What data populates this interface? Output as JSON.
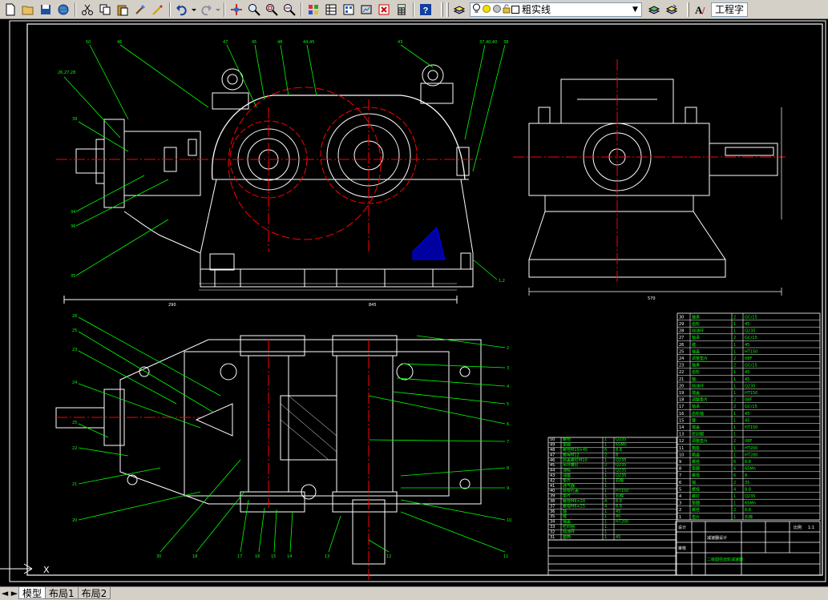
{
  "toolbar": {
    "layer_name": "粗实线",
    "text_style": "工程字"
  },
  "layout_tabs": [
    "模型",
    "布局1",
    "布局2"
  ],
  "active_tab": 0,
  "drawing": {
    "front_dims": [
      "290",
      "845"
    ],
    "side_dims": [
      "570"
    ],
    "callouts_top": [
      "50",
      "46",
      "47",
      "45",
      "48",
      "44,45",
      "43",
      "37,40,40",
      "38"
    ],
    "callouts_left": [
      "26,27,28",
      "39",
      "34",
      "36",
      "35"
    ],
    "callout_right": "1,2",
    "callouts_plan_left": [
      "26",
      "25",
      "23",
      "24",
      "25",
      "22",
      "21",
      "20"
    ],
    "callouts_plan_bottom": [
      "30",
      "18",
      "17",
      "16",
      "15",
      "14",
      "13",
      "12",
      "11"
    ],
    "callouts_plan_right": [
      "2",
      "3",
      "4",
      "5",
      "6",
      "7",
      "8",
      "9",
      "10"
    ],
    "title_block": {
      "row1": [
        "设计",
        "",
        "",
        "",
        "比例",
        "1:1"
      ],
      "row2": [
        "减速器设计",
        "",
        "",
        "",
        "",
        ""
      ],
      "row3": [
        "审核",
        "",
        "",
        "",
        "",
        ""
      ],
      "drawing_name": "二级圆柱齿轮减速器"
    },
    "parts_list_left": [
      [
        "50",
        "螺栓",
        "1",
        "Q235"
      ],
      [
        "49",
        "垫圈",
        "1",
        "65Mn"
      ],
      [
        "48",
        "螺栓M10×45",
        "6",
        "8.8"
      ],
      [
        "47",
        "螺母M12",
        "2",
        "8"
      ],
      [
        "46",
        "启盖螺钉M10",
        "1",
        "Q235"
      ],
      [
        "45",
        "吊环螺钉",
        "2",
        "Q235"
      ],
      [
        "44",
        "油标",
        "1",
        "Q235"
      ],
      [
        "43",
        "油塞",
        "1",
        "Q235"
      ],
      [
        "42",
        "垫片",
        "1",
        "石棉"
      ],
      [
        "41",
        "通气器",
        "1",
        ""
      ],
      [
        "40",
        "窥视孔盖",
        "1",
        "HT150"
      ],
      [
        "39",
        "垫片",
        "1",
        "石棉"
      ],
      [
        "38",
        "螺栓M6×20",
        "4",
        "8.8"
      ],
      [
        "37",
        "螺栓M6×25",
        "4",
        "8.8"
      ],
      [
        "36",
        "轴",
        "1",
        "45"
      ],
      [
        "35",
        "键",
        "1",
        "45"
      ],
      [
        "34",
        "端盖",
        "1",
        "HT200"
      ],
      [
        "33",
        "密封圈",
        "1",
        ""
      ],
      [
        "32",
        "挡油环",
        "1",
        ""
      ],
      [
        "31",
        "套筒",
        "1",
        "45"
      ]
    ],
    "parts_list_right": [
      [
        "30",
        "轴承",
        "2",
        "GCr15"
      ],
      [
        "29",
        "齿轮",
        "1",
        "45"
      ],
      [
        "28",
        "挡油环",
        "1",
        "Q235"
      ],
      [
        "27",
        "轴承",
        "2",
        "GCr15"
      ],
      [
        "26",
        "键",
        "1",
        "45"
      ],
      [
        "25",
        "端盖",
        "1",
        "HT150"
      ],
      [
        "24",
        "调整垫片",
        "2",
        "08F"
      ],
      [
        "23",
        "轴承",
        "2",
        "GCr15"
      ],
      [
        "22",
        "齿轮",
        "1",
        "45"
      ],
      [
        "21",
        "轴",
        "1",
        "45"
      ],
      [
        "20",
        "挡油环",
        "1",
        "Q235"
      ],
      [
        "19",
        "端盖",
        "1",
        "HT150"
      ],
      [
        "18",
        "调整垫片",
        "2",
        "08F"
      ],
      [
        "17",
        "轴承",
        "2",
        "GCr15"
      ],
      [
        "16",
        "齿轮轴",
        "1",
        "45"
      ],
      [
        "15",
        "键",
        "1",
        "45"
      ],
      [
        "14",
        "端盖",
        "1",
        "HT150"
      ],
      [
        "13",
        "密封圈",
        "1",
        ""
      ],
      [
        "12",
        "调整垫片",
        "2",
        "08F"
      ],
      [
        "11",
        "箱座",
        "1",
        "HT200"
      ],
      [
        "10",
        "箱盖",
        "1",
        "HT200"
      ],
      [
        "9",
        "螺栓",
        "6",
        "8.8"
      ],
      [
        "8",
        "垫圈",
        "6",
        "65Mn"
      ],
      [
        "7",
        "螺母",
        "6",
        "8"
      ],
      [
        "6",
        "销",
        "2",
        "35"
      ],
      [
        "5",
        "螺栓",
        "4",
        "8.8"
      ],
      [
        "4",
        "螺钉",
        "1",
        "Q235"
      ],
      [
        "3",
        "垫圈",
        "1",
        "65Mn"
      ],
      [
        "2",
        "螺栓",
        "2",
        "8.8"
      ],
      [
        "1",
        "垫片",
        "1",
        "石棉"
      ]
    ]
  },
  "ucs_label": "X",
  "colors": {
    "background": "#000000",
    "outline": "#ffffff",
    "center": "#ff0000",
    "leader": "#00ff00",
    "dimension": "#ffffff",
    "hatch": "#0000ff",
    "special": "#ff00ff"
  }
}
